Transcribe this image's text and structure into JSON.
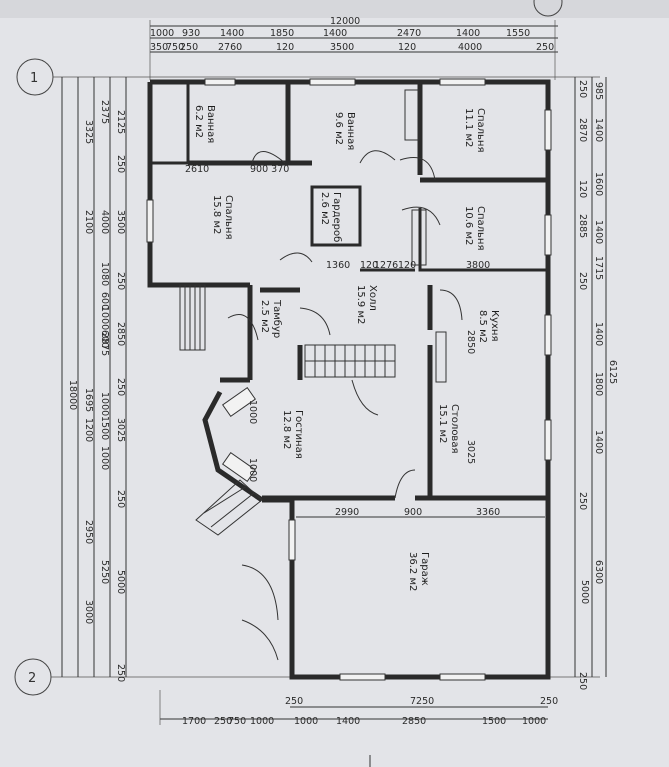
{
  "axes": {
    "a1": "1",
    "a2": "2"
  },
  "dims_top": {
    "total": "12000",
    "row1": [
      "1000",
      "930",
      "1400",
      "1850",
      "1400",
      "2470",
      "1400",
      "1550"
    ],
    "row2": [
      "350",
      "750",
      "250",
      "2760",
      "120",
      "3500",
      "120",
      "4000",
      "250"
    ]
  },
  "dims_bottom": {
    "total": "7250",
    "left": "250",
    "right": "250",
    "row": [
      "1700",
      "250",
      "750",
      "1000",
      "1000",
      "1400",
      "2850",
      "1500",
      "1000"
    ]
  },
  "dims_left": {
    "total": "18000",
    "outer": [
      "3325",
      "2100",
      "2950",
      "3000"
    ],
    "mid": [
      "2375",
      "4000",
      "2875",
      "5250"
    ],
    "inner": [
      "2125",
      "250",
      "3500",
      "250",
      "2850",
      "250",
      "3025",
      "250",
      "5000",
      "250"
    ],
    "windows": [
      "1080",
      "600",
      "1000",
      "600",
      "1000",
      "1500",
      "1000",
      "1695",
      "1200"
    ]
  },
  "dims_right": {
    "outer": [
      "985",
      "1400",
      "1600",
      "1400",
      "1715",
      "1400",
      "1800",
      "1400",
      "6300"
    ],
    "mid": [
      "6125",
      "5000"
    ],
    "inner": [
      "250",
      "2870",
      "120",
      "2885",
      "250",
      "250",
      "250"
    ]
  },
  "inner_dims": {
    "d2610": "2610",
    "d900_370": "900 370",
    "d1360": "1360",
    "d1276": "1276",
    "d120a": "120",
    "d120b": "120",
    "d3800": "3800",
    "d2850": "2850",
    "d3025": "3025",
    "d1000a": "1000",
    "d1000b": "1000",
    "d2990": "2990",
    "d900": "900",
    "d3360": "3360"
  },
  "rooms": {
    "bath1": {
      "name": "Ванная",
      "area": "6.2 м2"
    },
    "bath2": {
      "name": "Ванная",
      "area": "9.6 м2"
    },
    "bedroom1": {
      "name": "Спальня",
      "area": "11.1 м2"
    },
    "wardrobe": {
      "name": "Гардероб",
      "area": "2.6 м2"
    },
    "bedroom2": {
      "name": "Спальня",
      "area": "10.6 м2"
    },
    "bedroom3": {
      "name": "Спальня",
      "area": "15.8 м2"
    },
    "hall": {
      "name": "Холл",
      "area": "15.9 м2"
    },
    "kitchen": {
      "name": "Кухня",
      "area": "8.5 м2"
    },
    "vestibule": {
      "name": "Тамбур",
      "area": "2.5 м2"
    },
    "dining": {
      "name": "Столовая",
      "area": "15.1 м2"
    },
    "living": {
      "name": "Гостиная",
      "area": "12.8 м2"
    },
    "garage": {
      "name": "Гараж",
      "area": "36.2 м2"
    }
  }
}
